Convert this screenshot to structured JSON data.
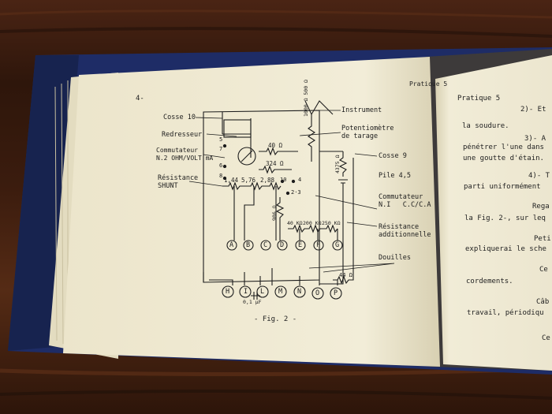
{
  "left_page": {
    "page_number": "4-",
    "header_right": "Pratique 5",
    "figure_caption": "- Fig. 2 -",
    "labels": {
      "cosse10": "Cosse 10",
      "redresseur": "Redresseur",
      "commutateur2": "Commutateur\nN.2 OHM/VOLT mA",
      "shunt": "Résistance\nSHUNT",
      "instrument": "Instrument",
      "potentiometre": "Potentiomètre\nde tarage",
      "cosse9": "Cosse 9",
      "pile": "Pile 4,5",
      "commutateur1": "Commutateur\nN.I   C.C/C.A",
      "resistance_add": "Résistance\nadditionnelle",
      "douilles": "Douilles"
    },
    "values": {
      "r1000": "1000 Ω 500 Ω",
      "r40": "40 Ω",
      "r324": "324 Ω",
      "r144": "1,44",
      "r576": "5,76",
      "r288": "2,88",
      "r4375": "4375 Ω",
      "r986": "986 Ω",
      "r40k": "40 KΩ",
      "r200k": "200 KΩ",
      "r250k": "250 KΩ",
      "r44": "44 Ω",
      "cap": "0,1 μF",
      "sw_10": "10",
      "sw_23": "2·3",
      "sw_4": "4",
      "sw_5": "5",
      "sw_6": "6",
      "sw_7": "7",
      "sw_8": "8"
    },
    "terminals_top": [
      "A",
      "B",
      "C",
      "D",
      "E",
      "F",
      "G"
    ],
    "terminals_bottom": [
      "H",
      "I",
      "L",
      "M",
      "N",
      "O",
      "P"
    ]
  },
  "right_page": {
    "header": "Pratique 5",
    "lines": [
      "2)- Et",
      "la soudure.",
      "3)- A",
      "pénétrer l'une dans",
      "une goutte d'étain.",
      "4)- T",
      "parti uniformément",
      "Rega",
      "la Fig. 2-, sur leq",
      "Peti",
      "expliquerai le sche",
      "Ce",
      "cordements.",
      "Câb",
      "travail, périodiqu",
      "Ce"
    ]
  },
  "colors": {
    "table": "#3a1d10",
    "binder": "#1e2c66",
    "paper": "#efe9d2",
    "ink": "#1d1d1d"
  }
}
